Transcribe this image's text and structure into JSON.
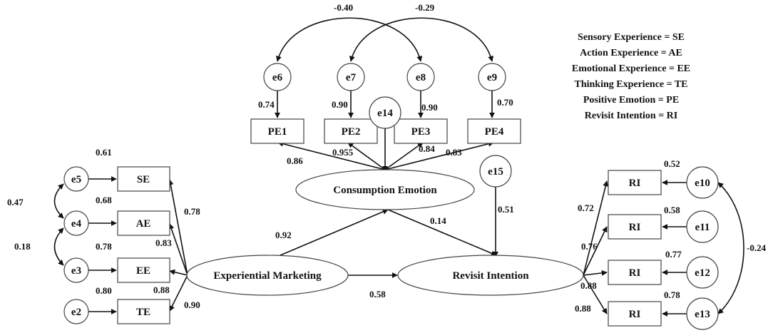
{
  "legend": [
    "Sensory Experience = SE",
    "Action Experience = AE",
    "Emotional Experience = EE",
    "Thinking Experience = TE",
    "Positive Emotion = PE",
    "Revisit Intention = RI"
  ],
  "latent": {
    "experiential_marketing": "Experiential Marketing",
    "consumption_emotion": "Consumption Emotion",
    "revisit_intention": "Revisit Intention"
  },
  "indicators": {
    "se": "SE",
    "ae": "AE",
    "ee": "EE",
    "te": "TE",
    "pe1": "PE1",
    "pe2": "PE2",
    "pe3": "PE3",
    "pe4": "PE4",
    "ri1": "RI",
    "ri2": "RI",
    "ri3": "RI",
    "ri4": "RI"
  },
  "errors": {
    "e2": "e2",
    "e3": "e3",
    "e4": "e4",
    "e5": "e5",
    "e6": "e6",
    "e7": "e7",
    "e8": "e8",
    "e9": "e9",
    "e10": "e10",
    "e11": "e11",
    "e12": "e12",
    "e13": "e13",
    "e14": "e14",
    "e15": "e15"
  },
  "coefficients": {
    "r2_se": "0.61",
    "r2_ae": "0.68",
    "r2_ee": "0.78",
    "r2_te": "0.80",
    "load_se": "0.78",
    "load_ae": "0.83",
    "load_ee": "0.88",
    "load_te": "0.90",
    "cov_e5_e4": "0.47",
    "cov_e4_e3": "0.18",
    "err_e6": "0.74",
    "err_e7": "0.90",
    "err_e8": "0.90",
    "err_e9": "0.70",
    "load_pe1": "0.86",
    "load_pe2": "0.955",
    "load_pe3": "0.84",
    "load_pe4": "0.83",
    "cov_e6_e8": "-0.40",
    "cov_e7_e9": "-0.29",
    "path_em_ce": "0.92",
    "path_ce_ri": "0.14",
    "path_em_ri": "0.58",
    "err_e15": "0.51",
    "r2_ri1": "0.52",
    "r2_ri2": "0.58",
    "r2_ri3": "0.77",
    "r2_ri4": "0.78",
    "load_ri1": "0.72",
    "load_ri2": "0.76",
    "load_ri3": "0.88",
    "load_ri4": "0.88",
    "cov_e10_e13": "-0.24"
  }
}
